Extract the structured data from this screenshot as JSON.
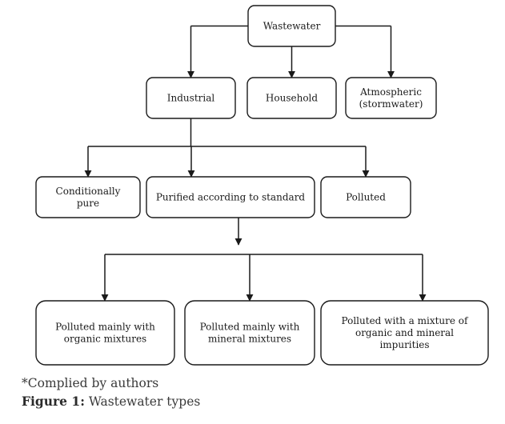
{
  "nodes": {
    "wastewater": [
      "Wastewater"
    ],
    "industrial": [
      "Industrial"
    ],
    "household": [
      "Household"
    ],
    "atmospheric": [
      "Atmospheric",
      "(stormwater)"
    ],
    "conditionally_pure": [
      "Conditionally",
      "pure"
    ],
    "purified": [
      "Purified according to standard"
    ],
    "polluted": [
      "Polluted"
    ],
    "organic": [
      "Polluted mainly with",
      "organic mixtures"
    ],
    "mineral": [
      "Polluted mainly with",
      "mineral mixtures"
    ],
    "mixture": [
      "Polluted with a mixture of",
      "organic and mineral",
      "impurities"
    ]
  },
  "edges": [
    [
      "wastewater",
      "industrial"
    ],
    [
      "wastewater",
      "household"
    ],
    [
      "wastewater",
      "atmospheric"
    ],
    [
      "industrial",
      "conditionally_pure"
    ],
    [
      "industrial",
      "purified"
    ],
    [
      "industrial",
      "polluted"
    ],
    [
      "purified",
      "organic"
    ],
    [
      "purified",
      "mineral"
    ],
    [
      "purified",
      "mixture"
    ]
  ],
  "caption": {
    "note": "*Complied by authors",
    "figure_label": "Figure 1:",
    "figure_title": " Wastewater types"
  }
}
